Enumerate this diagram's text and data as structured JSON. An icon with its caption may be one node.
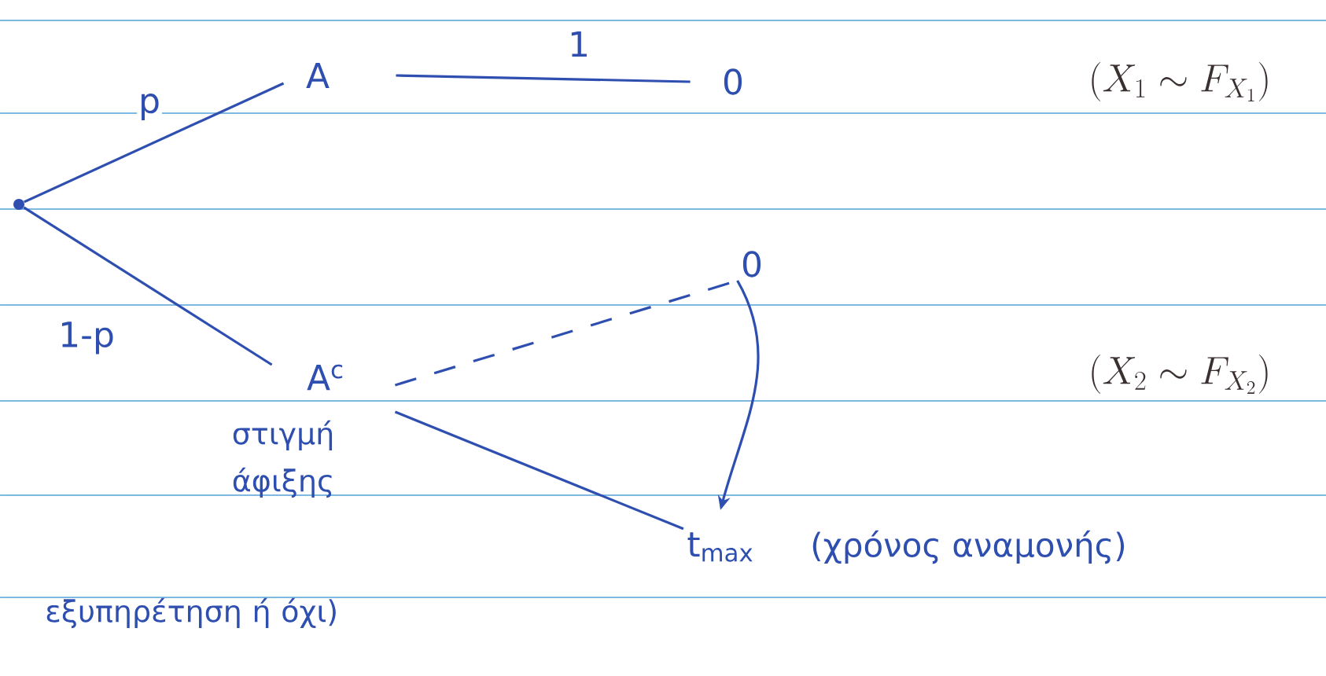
{
  "diagram": {
    "nodes": [
      {
        "text": [],
        "shape": "circle"
      },
      {
        "text": [
          "A"
        ]
      },
      {
        "text": [
          "A$^{c}$"
        ],
        "beside": [
          "στιγμή άφιξης"
        ]
      },
      {
        "text": [
          "0"
        ]
      },
      {
        "text": [
          "0"
        ]
      },
      {
        "text": [
          "t$_{max}$"
        ],
        "beside": [
          "(χρόνος αναμονής)"
        ]
      }
    ],
    "edges": [
      {
        "from": 0,
        "to": 1,
        "arrow": "none",
        "label": "p"
      },
      {
        "from": 0,
        "to": 2,
        "arrow": "none",
        "label": "1-p"
      },
      {
        "from": 1,
        "to": 3,
        "arrow": "none",
        "label": "1"
      },
      {
        "from": 2,
        "to": 4,
        "arrow": "none",
        "style": "dashed"
      },
      {
        "from": 2,
        "to": 5,
        "arrow": "none"
      },
      {
        "from": 4,
        "to": 5,
        "arrow": "to"
      }
    ],
    "labels": [
      "(X_1 \\sim F_{X_1})",
      "(X_2 \\sim F_{X_2})",
      "εξυπηρέτηση ή όχι)"
    ]
  }
}
